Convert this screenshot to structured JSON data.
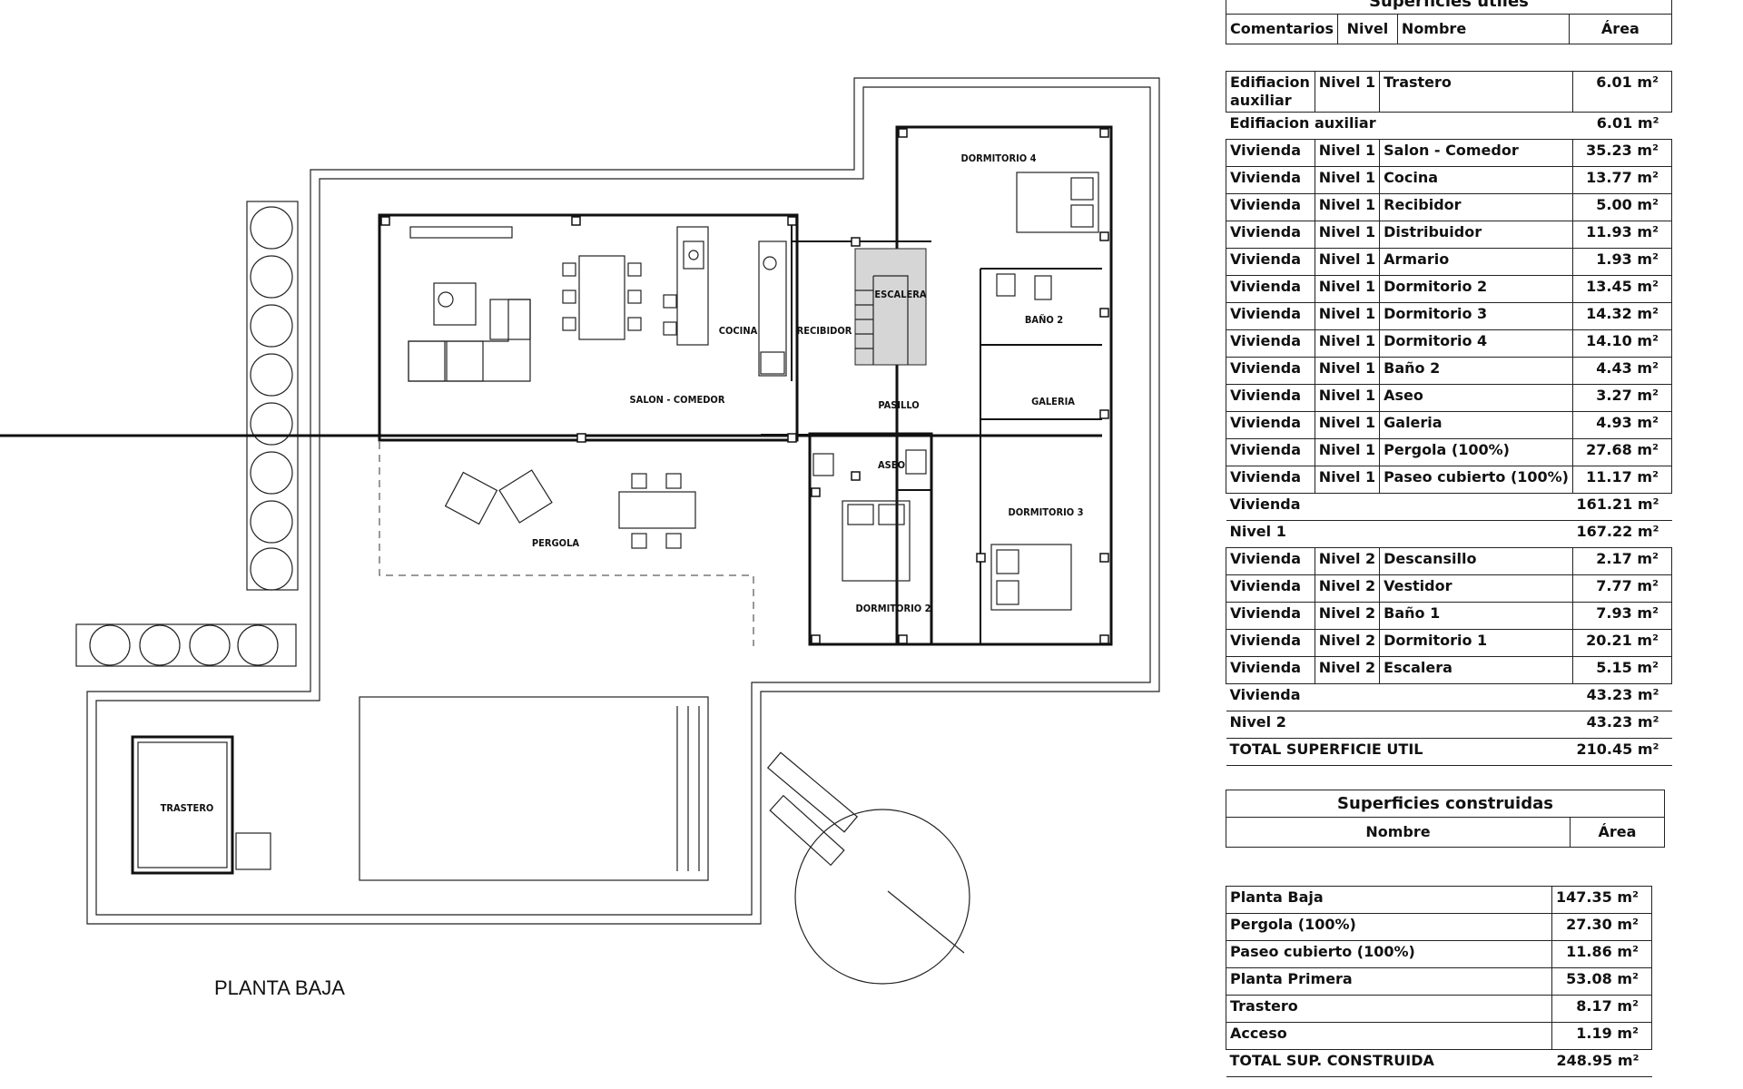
{
  "plan": {
    "title": "PLANTA BAJA",
    "rooms": {
      "dormitorio4": "DORMITORIO 4",
      "escalera": "ESCALERA",
      "cocina": "COCINA",
      "recibidor": "RECIBIDOR",
      "bano2": "BAÑO 2",
      "salon": "SALON - COMEDOR",
      "pasillo": "PASILLO",
      "galeria": "GALERIA",
      "aseo": "ASEO",
      "dormitorio3": "DORMITORIO 3",
      "pergola": "PERGOLA",
      "dormitorio2": "DORMITORIO 2",
      "trastero": "TRASTERO"
    }
  },
  "utiles": {
    "title": "Superficies útiles",
    "headers": {
      "comentarios": "Comentarios",
      "nivel": "Nivel",
      "nombre": "Nombre",
      "area": "Área"
    },
    "rows": [
      {
        "c": "Edifiacion auxiliar",
        "n": "Nivel 1",
        "name": "Trastero",
        "a": "6.01 m²"
      },
      {
        "c": "Edifiacion auxiliar",
        "n": "",
        "name": "",
        "a": "6.01 m²",
        "sub": true
      },
      {
        "c": "Vivienda",
        "n": "Nivel 1",
        "name": "Salon - Comedor",
        "a": "35.23 m²"
      },
      {
        "c": "Vivienda",
        "n": "Nivel 1",
        "name": "Cocina",
        "a": "13.77 m²"
      },
      {
        "c": "Vivienda",
        "n": "Nivel 1",
        "name": "Recibidor",
        "a": "5.00 m²"
      },
      {
        "c": "Vivienda",
        "n": "Nivel 1",
        "name": "Distribuidor",
        "a": "11.93 m²"
      },
      {
        "c": "Vivienda",
        "n": "Nivel 1",
        "name": "Armario",
        "a": "1.93 m²"
      },
      {
        "c": "Vivienda",
        "n": "Nivel 1",
        "name": "Dormitorio 2",
        "a": "13.45 m²"
      },
      {
        "c": "Vivienda",
        "n": "Nivel 1",
        "name": "Dormitorio 3",
        "a": "14.32 m²"
      },
      {
        "c": "Vivienda",
        "n": "Nivel 1",
        "name": "Dormitorio 4",
        "a": "14.10 m²"
      },
      {
        "c": "Vivienda",
        "n": "Nivel 1",
        "name": "Baño 2",
        "a": "4.43 m²"
      },
      {
        "c": "Vivienda",
        "n": "Nivel 1",
        "name": "Aseo",
        "a": "3.27 m²"
      },
      {
        "c": "Vivienda",
        "n": "Nivel 1",
        "name": "Galeria",
        "a": "4.93 m²"
      },
      {
        "c": "Vivienda",
        "n": "Nivel 1",
        "name": "Pergola (100%)",
        "a": "27.68 m²"
      },
      {
        "c": "Vivienda",
        "n": "Nivel 1",
        "name": "Paseo cubierto (100%)",
        "a": "11.17 m²"
      },
      {
        "c": "Vivienda",
        "n": "",
        "name": "",
        "a": "161.21 m²",
        "sub": true
      },
      {
        "c": "Nivel 1",
        "n": "",
        "name": "",
        "a": "167.22 m²",
        "sub": true
      },
      {
        "c": "Vivienda",
        "n": "Nivel 2",
        "name": "Descansillo",
        "a": "2.17 m²"
      },
      {
        "c": "Vivienda",
        "n": "Nivel 2",
        "name": "Vestidor",
        "a": "7.77 m²"
      },
      {
        "c": "Vivienda",
        "n": "Nivel 2",
        "name": "Baño 1",
        "a": "7.93 m²"
      },
      {
        "c": "Vivienda",
        "n": "Nivel 2",
        "name": "Dormitorio 1",
        "a": "20.21 m²"
      },
      {
        "c": "Vivienda",
        "n": "Nivel 2",
        "name": "Escalera",
        "a": "5.15 m²"
      },
      {
        "c": "Vivienda",
        "n": "",
        "name": "",
        "a": "43.23 m²",
        "sub": true
      },
      {
        "c": "Nivel 2",
        "n": "",
        "name": "",
        "a": "43.23 m²",
        "sub": true
      },
      {
        "c": "TOTAL SUPERFICIE UTIL",
        "n": "",
        "name": "",
        "a": "210.45 m²",
        "sub": true
      }
    ]
  },
  "construidas": {
    "title": "Superficies construidas",
    "headers": {
      "nombre": "Nombre",
      "area": "Área"
    },
    "rows": [
      {
        "name": "Planta Baja",
        "a": "147.35 m²"
      },
      {
        "name": "Pergola (100%)",
        "a": "27.30 m²"
      },
      {
        "name": "Paseo cubierto (100%)",
        "a": "11.86 m²"
      },
      {
        "name": "Planta Primera",
        "a": "53.08 m²"
      },
      {
        "name": "Trastero",
        "a": "8.17 m²"
      },
      {
        "name": "Acceso",
        "a": "1.19 m²"
      },
      {
        "name": "TOTAL SUP. CONSTRUIDA",
        "a": "248.95 m²",
        "sub": true
      }
    ]
  }
}
